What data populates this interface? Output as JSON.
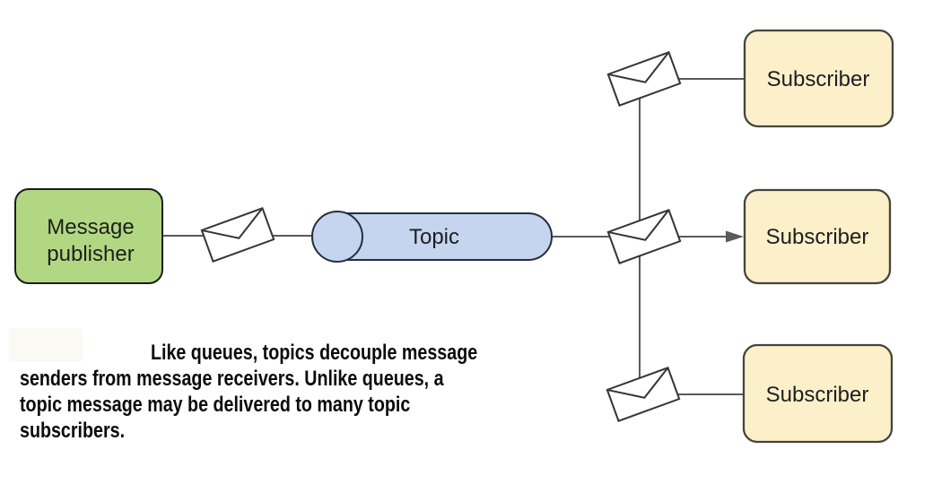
{
  "figure": {
    "publisher": {
      "line1": "Message",
      "line2": "publisher"
    },
    "topic": {
      "label": "Topic"
    },
    "subscribers": [
      {
        "label": "Subscriber"
      },
      {
        "label": "Subscriber"
      },
      {
        "label": "Subscriber"
      }
    ]
  },
  "icons": {
    "message_icon": "envelope-icon"
  },
  "colors": {
    "publisher_fill": "#b2d782",
    "topic_fill": "#c5d4ef",
    "subscriber_fill": "#fbf0ca",
    "connector": "#5a5a5a"
  },
  "caption": {
    "lines": [
      "Like queues, topics decouple message",
      "senders from message receivers. Unlike queues, a",
      "topic message may be delivered to many topic",
      "subscribers."
    ],
    "text": "Like queues, topics decouple message senders from message receivers. Unlike queues, a topic message may be delivered to many topic subscribers."
  }
}
